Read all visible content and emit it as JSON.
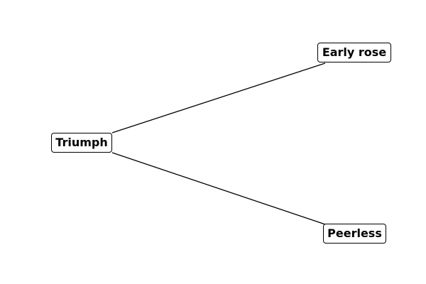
{
  "diagram": {
    "nodes": [
      {
        "id": "triumph",
        "label": "Triumph"
      },
      {
        "id": "early_rose",
        "label": "Early rose"
      },
      {
        "id": "peerless",
        "label": "Peerless"
      }
    ],
    "edges": [
      {
        "from": "triumph",
        "to": "early_rose"
      },
      {
        "from": "triumph",
        "to": "peerless"
      }
    ],
    "colors": {
      "line": "#000000",
      "node_border": "#000000",
      "node_fill": "#ffffff",
      "text": "#000000"
    }
  }
}
